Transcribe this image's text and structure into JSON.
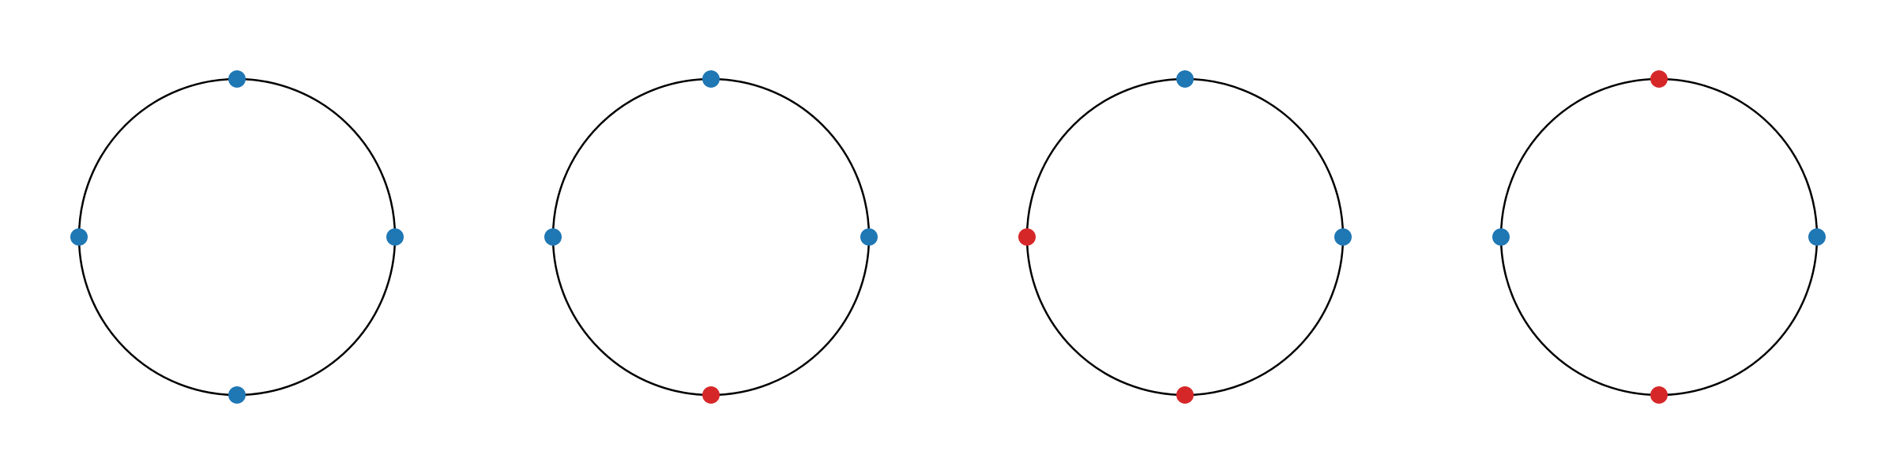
{
  "colors": {
    "background": "#ffffff",
    "circle_stroke": "#000000",
    "blue": "#1f77b4",
    "red": "#d62728"
  },
  "panels": [
    {
      "nodes": {
        "top": "blue",
        "right": "blue",
        "bottom": "blue",
        "left": "blue"
      }
    },
    {
      "nodes": {
        "top": "blue",
        "right": "blue",
        "bottom": "red",
        "left": "blue"
      }
    },
    {
      "nodes": {
        "top": "blue",
        "right": "blue",
        "bottom": "red",
        "left": "red"
      }
    },
    {
      "nodes": {
        "top": "red",
        "right": "blue",
        "bottom": "red",
        "left": "blue"
      }
    }
  ]
}
